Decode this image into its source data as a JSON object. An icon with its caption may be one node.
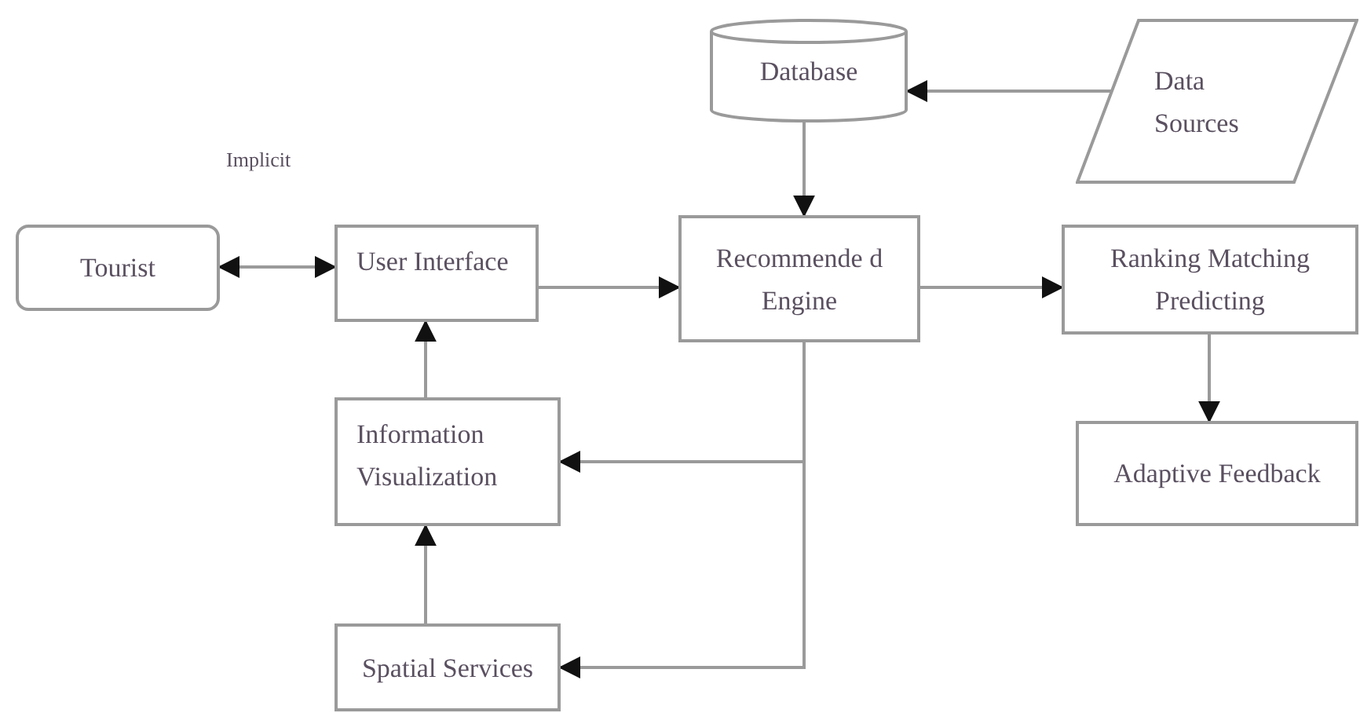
{
  "diagram": {
    "nodes": [
      {
        "text": [
          "Database"
        ]
      },
      {
        "text": [
          "Data Sources"
        ]
      },
      {
        "text": [
          "Tourist"
        ]
      },
      {
        "text": [
          "User Interface"
        ]
      },
      {
        "text": [
          "Recommende d Engine"
        ]
      },
      {
        "text": [
          "Ranking Matching Predicting"
        ]
      },
      {
        "text": [
          "Information Visualization"
        ]
      },
      {
        "text": [
          "Adaptive Feedback"
        ]
      },
      {
        "text": [
          "Spatial Services"
        ]
      }
    ],
    "edges": [
      {
        "from": 1,
        "to": 0,
        "arrow": "to"
      },
      {
        "from": 0,
        "to": 4,
        "arrow": "to"
      },
      {
        "from": 2,
        "to": 3,
        "arrow": "both"
      },
      {
        "from": 3,
        "to": 4,
        "arrow": "to"
      },
      {
        "from": 4,
        "to": 5,
        "arrow": "to"
      },
      {
        "from": 5,
        "to": 7,
        "arrow": "to"
      },
      {
        "from": 4,
        "to": 6,
        "arrow": "to"
      },
      {
        "from": 4,
        "to": 8,
        "arrow": "to"
      },
      {
        "from": 6,
        "to": 3,
        "arrow": "to"
      },
      {
        "from": 8,
        "to": 6,
        "arrow": "to"
      }
    ],
    "labels": [
      "Implicit"
    ]
  }
}
